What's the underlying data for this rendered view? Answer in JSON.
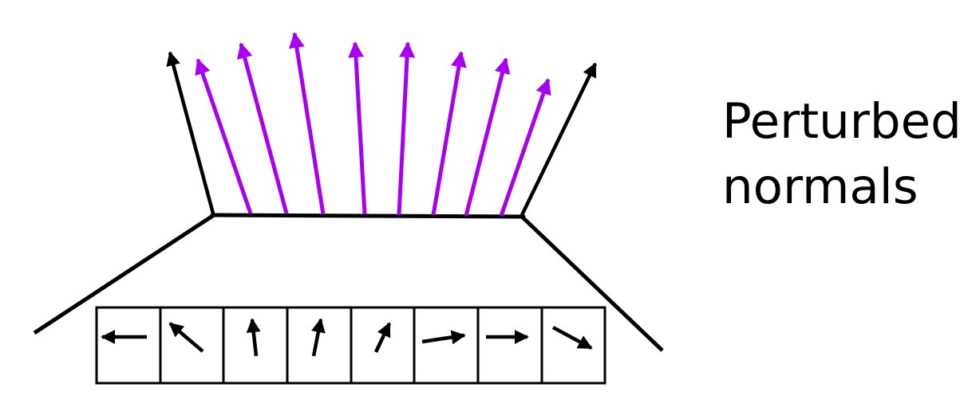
{
  "caption": {
    "line1": "Perturbed",
    "line2": "normals"
  },
  "colors": {
    "perturbed_normal": "#a600ee",
    "outline": "#000000",
    "background": "#ffffff"
  },
  "normal_map": {
    "cell_count": 8,
    "cell_arrow_icons": [
      "arrow-left-icon",
      "arrow-up-left-icon",
      "arrow-up-icon",
      "arrow-up-icon",
      "arrow-up-right-icon",
      "arrow-right-icon",
      "arrow-right-icon",
      "arrow-down-right-icon"
    ]
  },
  "perturbed_normals": {
    "count": 8
  },
  "edge_normals": {
    "count": 2
  }
}
